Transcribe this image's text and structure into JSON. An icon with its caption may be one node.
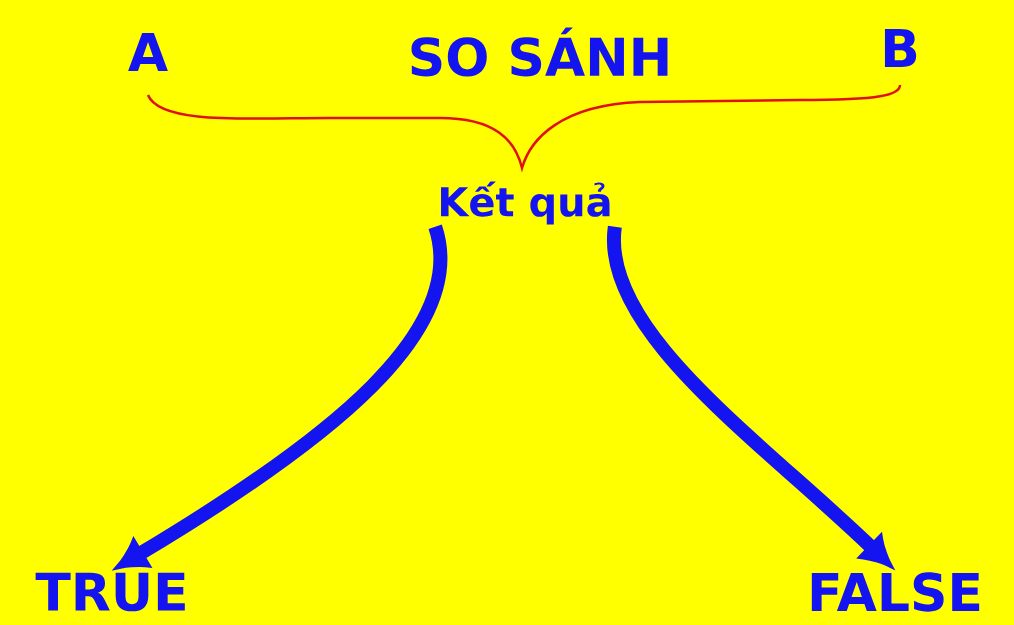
{
  "diagram": {
    "title": "SO SÁNH",
    "nodes": [
      {
        "text": [
          "A"
        ]
      },
      {
        "text": [
          "B"
        ]
      },
      {
        "text": [
          "Kết quả"
        ]
      },
      {
        "text": [
          "TRUE"
        ]
      },
      {
        "text": [
          "FALSE"
        ]
      }
    ],
    "edges": [
      {
        "from": 2,
        "to": 3,
        "arrow": "to"
      },
      {
        "from": 2,
        "to": 4,
        "arrow": "to"
      }
    ]
  }
}
